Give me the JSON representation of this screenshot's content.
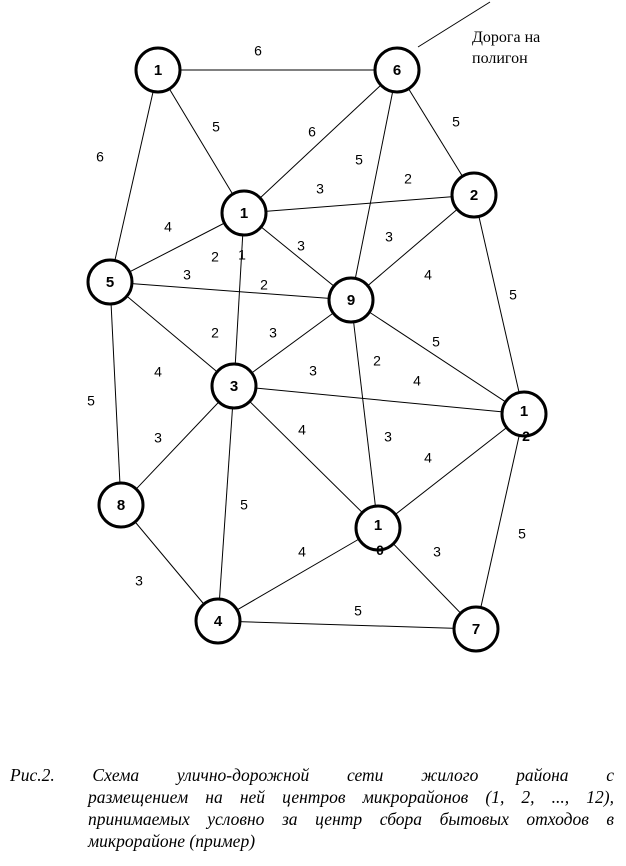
{
  "road_label": [
    "Дорога на",
    "полигон"
  ],
  "nodes": [
    {
      "id": "n1a",
      "label": "1"
    },
    {
      "id": "n6",
      "label": "6"
    },
    {
      "id": "n1b",
      "label": "1"
    },
    {
      "id": "n2",
      "label": "2"
    },
    {
      "id": "n5",
      "label": "5"
    },
    {
      "id": "n9",
      "label": "9"
    },
    {
      "id": "n3",
      "label": "3"
    },
    {
      "id": "n12",
      "label": "1",
      "label2": "2"
    },
    {
      "id": "n8",
      "label": "8"
    },
    {
      "id": "n10",
      "label": "1",
      "label2": "0"
    },
    {
      "id": "n4",
      "label": "4"
    },
    {
      "id": "n7",
      "label": "7"
    }
  ],
  "edges": [
    {
      "from": "n1a",
      "to": "n6",
      "weight": "6"
    },
    {
      "from": "n1a",
      "to": "n1b",
      "weight": "5"
    },
    {
      "from": "n1a",
      "to": "n5",
      "weight": "6"
    },
    {
      "from": "n6",
      "to": "n1b",
      "weight": "6"
    },
    {
      "from": "n6",
      "to": "n9",
      "weight": "5"
    },
    {
      "from": "n6",
      "to": "n2",
      "weight": "5"
    },
    {
      "from": "n1b",
      "to": "n2",
      "weight": "3"
    },
    {
      "from": "n1b",
      "to": "n5",
      "weight": "4"
    },
    {
      "from": "n1b",
      "to": "n9",
      "weight": "3"
    },
    {
      "from": "n1b",
      "to": "n3",
      "weight": "1"
    },
    {
      "from": "n2",
      "to": "n9",
      "weight": "4"
    },
    {
      "from": "n2",
      "to": "n12",
      "weight": "5"
    },
    {
      "from": "n5",
      "to": "n9",
      "weight": "2"
    },
    {
      "from": "n5",
      "to": "n3",
      "weight": "4"
    },
    {
      "from": "n5",
      "to": "n8",
      "weight": "5"
    },
    {
      "from": "n9",
      "to": "n3",
      "weight": "3"
    },
    {
      "from": "n9",
      "to": "n12",
      "weight": "5"
    },
    {
      "from": "n9",
      "to": "n10",
      "weight": "2"
    },
    {
      "from": "n3",
      "to": "n12",
      "weight": "4"
    },
    {
      "from": "n3",
      "to": "n8",
      "weight": "3"
    },
    {
      "from": "n3",
      "to": "n10",
      "weight": "4"
    },
    {
      "from": "n3",
      "to": "n4",
      "weight": "5"
    },
    {
      "from": "n12",
      "to": "n10",
      "weight": "4"
    },
    {
      "from": "n12",
      "to": "n7",
      "weight": "5"
    },
    {
      "from": "n8",
      "to": "n4",
      "weight": "3"
    },
    {
      "from": "n10",
      "to": "n4",
      "weight": "4"
    },
    {
      "from": "n10",
      "to": "n7",
      "weight": "3"
    },
    {
      "from": "n4",
      "to": "n7",
      "weight": "5"
    }
  ],
  "extra_weights": [
    "2",
    "3",
    "2",
    "3",
    "2",
    "3",
    "3"
  ],
  "caption": {
    "line1": "Рис.2.   Схема   улично-дорожной   сети   жилого   района   с",
    "line2": "размещением на ней центров микрорайонов (1, 2, ..., 12),",
    "line3": "принимаемых условно за центр сбора бытовых отходов в",
    "line4": "микрорайоне (пример)"
  }
}
